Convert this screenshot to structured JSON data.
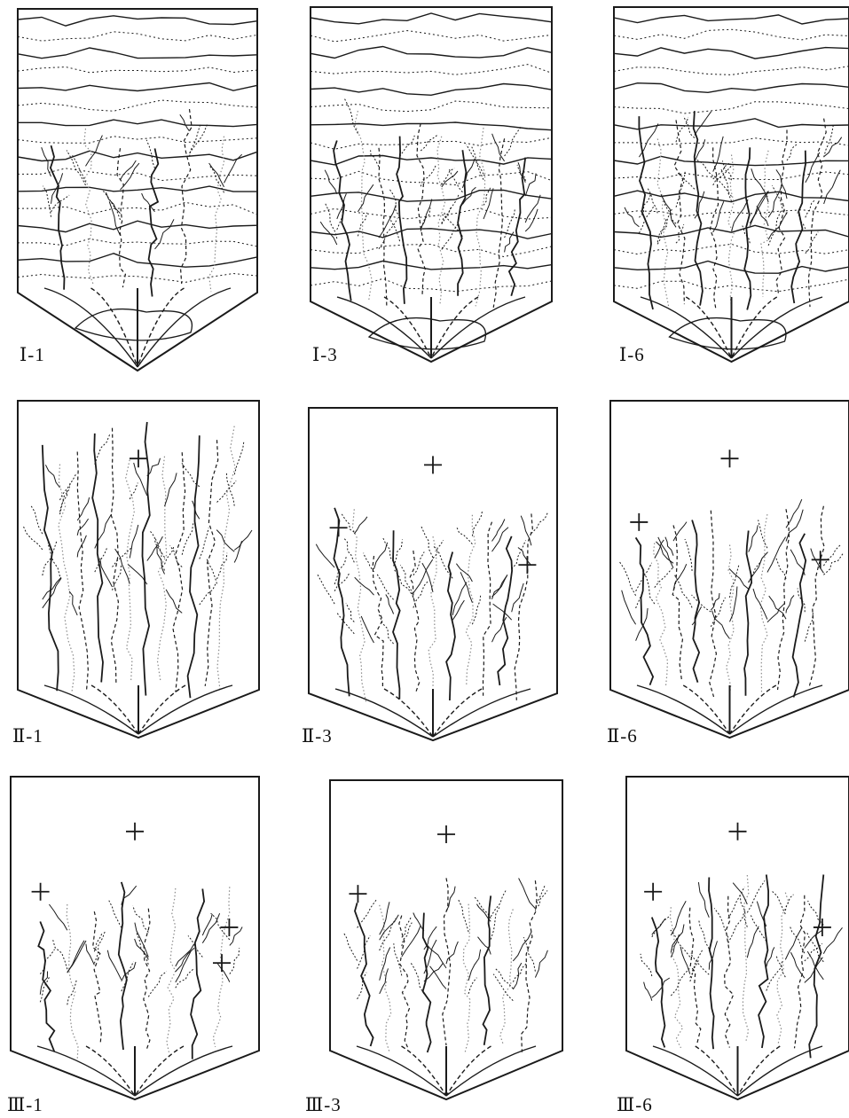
{
  "figure": {
    "panels": [
      {
        "id": "I-1",
        "label": "Ⅰ-1",
        "series": "Ⅰ",
        "stage": 1,
        "type": "contour",
        "contour_lines": 16,
        "channel_trunks": 6,
        "markers": 0
      },
      {
        "id": "I-3",
        "label": "Ⅰ-3",
        "series": "Ⅰ",
        "stage": 3,
        "type": "contour",
        "contour_lines": 16,
        "channel_trunks": 10,
        "markers": 0
      },
      {
        "id": "I-6",
        "label": "Ⅰ-6",
        "series": "Ⅰ",
        "stage": 6,
        "type": "contour",
        "contour_lines": 16,
        "channel_trunks": 11,
        "markers": 0
      },
      {
        "id": "II-1",
        "label": "Ⅱ-1",
        "series": "Ⅱ",
        "stage": 1,
        "type": "network",
        "channel_trunks": 12,
        "markers": 1
      },
      {
        "id": "II-3",
        "label": "Ⅱ-3",
        "series": "Ⅱ",
        "stage": 3,
        "type": "network",
        "channel_trunks": 11,
        "markers": 3
      },
      {
        "id": "II-6",
        "label": "Ⅱ-6",
        "series": "Ⅱ",
        "stage": 6,
        "type": "network",
        "channel_trunks": 11,
        "markers": 3
      },
      {
        "id": "III-1",
        "label": "Ⅲ-1",
        "series": "Ⅲ",
        "stage": 1,
        "type": "network",
        "channel_trunks": 8,
        "markers": 4
      },
      {
        "id": "III-3",
        "label": "Ⅲ-3",
        "series": "Ⅲ",
        "stage": 3,
        "type": "network",
        "channel_trunks": 9,
        "markers": 2
      },
      {
        "id": "III-6",
        "label": "Ⅲ-6",
        "series": "Ⅲ",
        "stage": 6,
        "type": "network",
        "channel_trunks": 10,
        "markers": 3
      }
    ],
    "colors": {
      "ink": "#1a1a1a",
      "faint": "#8a8a8a",
      "background": "#ffffff"
    }
  }
}
